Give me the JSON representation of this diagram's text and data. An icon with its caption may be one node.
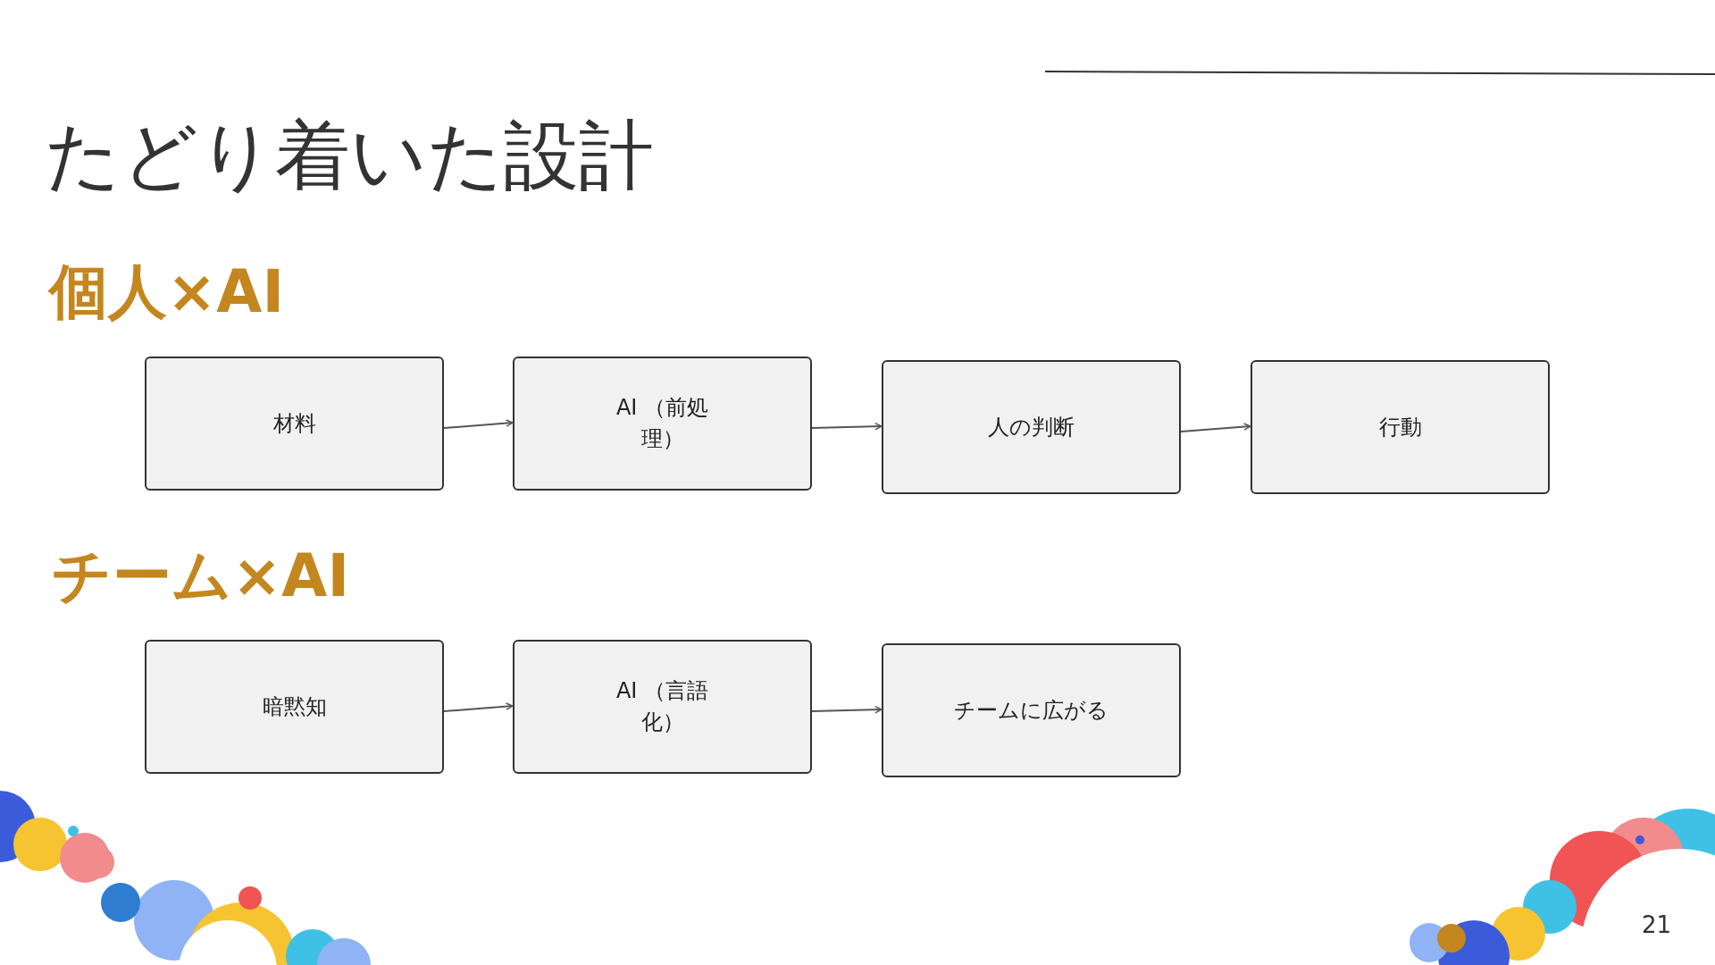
{
  "diagram": {
    "title": "たどり着いた設計",
    "nodes": [
      {
        "text": [
          "材料"
        ]
      },
      {
        "text": [
          "AI （前処理）"
        ]
      },
      {
        "text": [
          "人の判断"
        ]
      },
      {
        "text": [
          "行動"
        ]
      },
      {
        "text": [
          "暗黙知"
        ]
      },
      {
        "text": [
          "AI （言語化）"
        ]
      },
      {
        "text": [
          "チームに広がる"
        ]
      }
    ],
    "edges": [
      {
        "from": 0,
        "to": 1,
        "arrow": "to"
      },
      {
        "from": 1,
        "to": 2,
        "arrow": "to"
      },
      {
        "from": 2,
        "to": 3,
        "arrow": "to"
      },
      {
        "from": 4,
        "to": 5,
        "arrow": "to"
      },
      {
        "from": 5,
        "to": 6,
        "arrow": "to"
      }
    ],
    "labels": [
      "個人×AI",
      "チーム×AI",
      "21"
    ]
  }
}
